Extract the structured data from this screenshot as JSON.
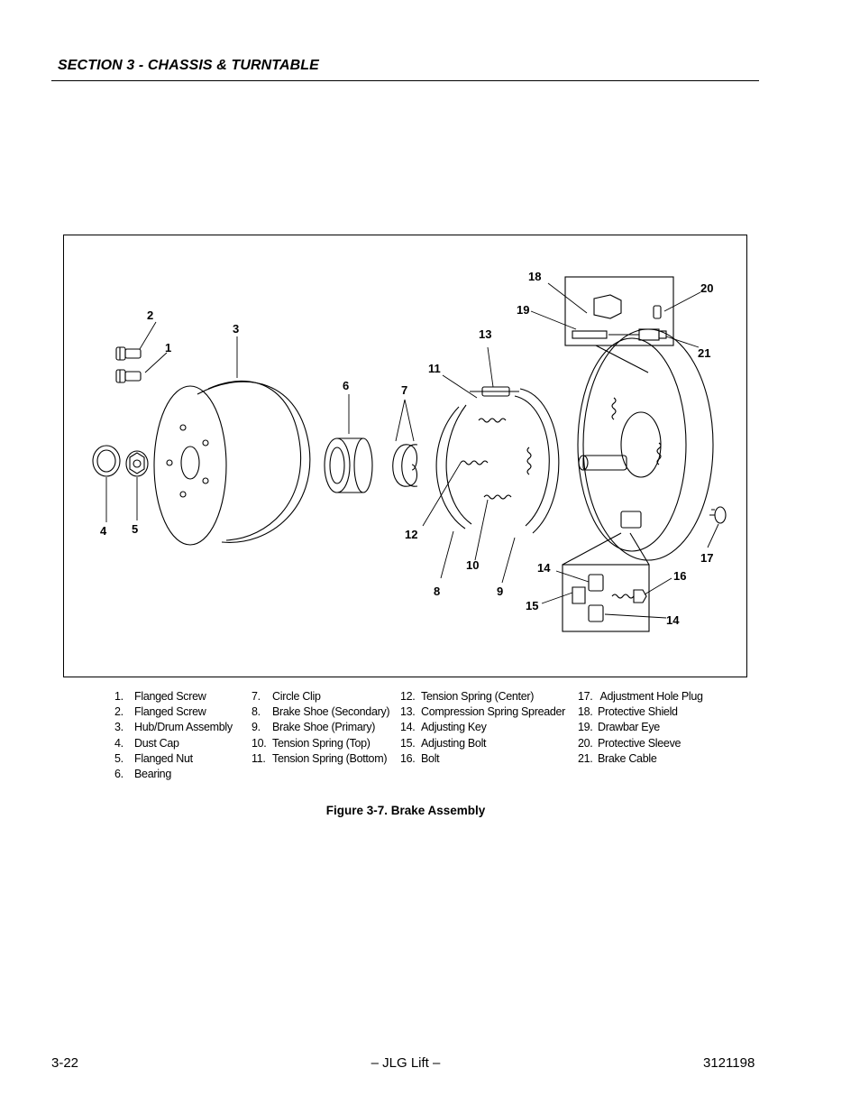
{
  "header": {
    "section_title": "SECTION 3 - CHASSIS & TURNTABLE"
  },
  "figure": {
    "callouts": {
      "c1": "1",
      "c2": "2",
      "c3": "3",
      "c4": "4",
      "c5": "5",
      "c6": "6",
      "c7": "7",
      "c8": "8",
      "c9": "9",
      "c10": "10",
      "c11": "11",
      "c12": "12",
      "c13": "13",
      "c14a": "14",
      "c14b": "14",
      "c15": "15",
      "c16": "16",
      "c17": "17",
      "c18": "18",
      "c19": "19",
      "c20": "20",
      "c21": "21"
    },
    "caption": "Figure 3-7.  Brake Assembly"
  },
  "legend": {
    "col1": [
      {
        "num": "1.",
        "text": "Flanged Screw"
      },
      {
        "num": "2.",
        "text": "Flanged Screw"
      },
      {
        "num": "3.",
        "text": "Hub/Drum Assembly"
      },
      {
        "num": "4.",
        "text": "Dust Cap"
      },
      {
        "num": "5.",
        "text": "Flanged Nut"
      },
      {
        "num": "6.",
        "text": "Bearing"
      }
    ],
    "col2": [
      {
        "num": "7.",
        "text": "Circle Clip"
      },
      {
        "num": "8.",
        "text": "Brake Shoe (Secondary)"
      },
      {
        "num": "9.",
        "text": "Brake Shoe (Primary)"
      },
      {
        "num": "10.",
        "text": "Tension Spring (Top)"
      },
      {
        "num": "11.",
        "text": "Tension Spring (Bottom)"
      }
    ],
    "col3": [
      {
        "num": "12.",
        "text": "Tension Spring (Center)"
      },
      {
        "num": "13.",
        "text": "Compression Spring Spreader"
      },
      {
        "num": "14.",
        "text": "Adjusting Key"
      },
      {
        "num": "15.",
        "text": "Adjusting Bolt"
      },
      {
        "num": "16.",
        "text": "Bolt"
      }
    ],
    "col4": [
      {
        "num": "17.",
        "text": " Adjustment Hole Plug"
      },
      {
        "num": "18.",
        "text": "Protective Shield"
      },
      {
        "num": "19.",
        "text": "Drawbar Eye"
      },
      {
        "num": "20.",
        "text": "Protective Sleeve"
      },
      {
        "num": "21.",
        "text": "Brake Cable"
      }
    ]
  },
  "footer": {
    "page_number": "3-22",
    "center": "– JLG Lift –",
    "doc_number": "3121198"
  }
}
